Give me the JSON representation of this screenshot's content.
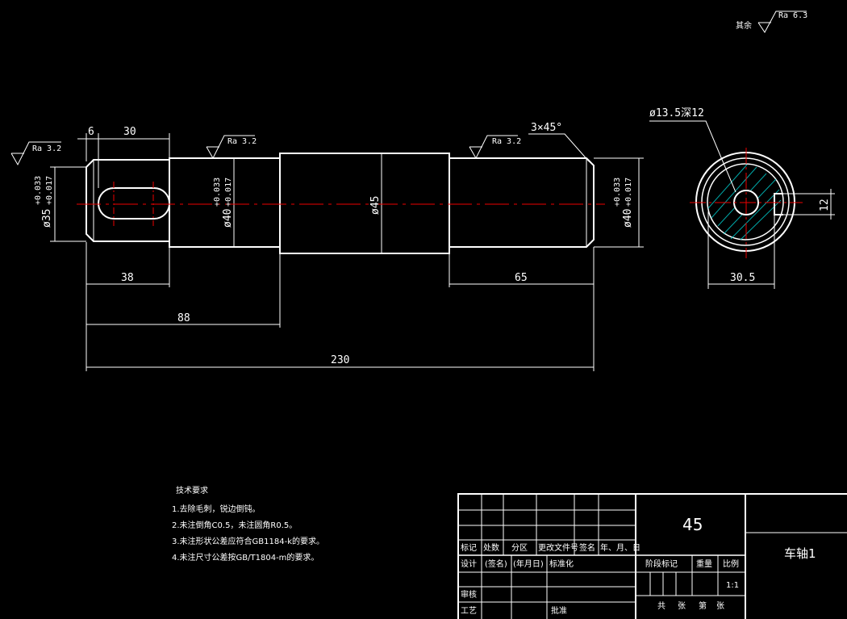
{
  "surface_finish": {
    "other_label": "其余",
    "other_ra": "Ra 6.3",
    "left_ra": "Ra 3.2",
    "mid_ra": "Ra 3.2",
    "right_ra": "Ra 3.2"
  },
  "dimensions": {
    "d6": "6",
    "d30": "30",
    "chamfer": "3×45°",
    "dia35": "ø35",
    "dia35_tol_up": "+0.033",
    "dia35_tol_lo": "+0.017",
    "dia40_left": "ø40",
    "dia40_left_tol_up": "+0.033",
    "dia40_left_tol_lo": "+0.017",
    "dia45": "ø45",
    "dia40_right": "ø40",
    "dia40_right_tol_up": "+0.033",
    "dia40_right_tol_lo": "+0.017",
    "d38": "38",
    "d65": "65",
    "d88": "88",
    "d230": "230"
  },
  "section_view": {
    "hole_label": "ø13.5深12",
    "d12": "12",
    "d30_5": "30.5"
  },
  "notes": {
    "title": "技术要求",
    "items": [
      "1.去除毛刺，锐边倒钝。",
      "2.未注倒角C0.5，未注圆角R0.5。",
      "3.未注形状公差应符合GB1184-k的要求。",
      "4.未注尺寸公差按GB/T1804-m的要求。"
    ]
  },
  "title_block": {
    "material": "45",
    "part_name": "车轴1",
    "headers": [
      "标记",
      "处数",
      "分区",
      "更改文件号",
      "签名",
      "年、月、日"
    ],
    "design": "设计",
    "sign": "(签名)",
    "date": "(年月日)",
    "standardize": "标准化",
    "stage_mark": "阶段标记",
    "weight": "重量",
    "scale_label": "比例",
    "scale": "1:1",
    "review": "审核",
    "process": "工艺",
    "approve": "批准",
    "total": "共",
    "sheets": "张",
    "page": "第",
    "page_sheets": "张"
  }
}
